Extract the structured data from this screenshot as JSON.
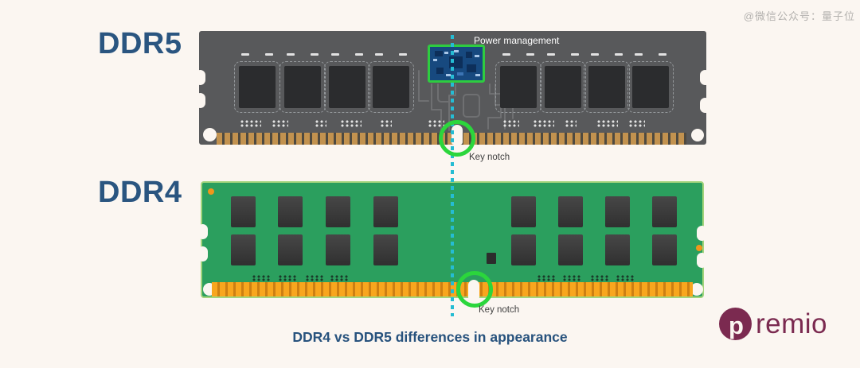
{
  "watermark": {
    "text": "@微信公众号：量子位"
  },
  "title": {
    "text": "DDR4 vs DDR5 differences in appearance"
  },
  "ddr5": {
    "label": "DDR5",
    "power_management_label": "Power management",
    "key_notch_label": "Key notch",
    "colors": {
      "pcb": "#58595b",
      "chip": "#2b2c2e",
      "pins": "#c2924f",
      "pmic_board": "#17497f",
      "pmic_frame": "#2ecc40"
    }
  },
  "ddr4": {
    "label": "DDR4",
    "key_notch_label": "Key notch",
    "colors": {
      "pcb": "#2b9f5e",
      "pcb_outline": "#a3d47c",
      "chip": "#3a3a3a",
      "pins": "#f8a61e"
    }
  },
  "annotation": {
    "guide_line_color": "#25bcd3",
    "highlight_ring_color": "#2bd63c"
  },
  "labels_color": "#2a5580",
  "logo": {
    "first_letter": "p",
    "rest": "remio",
    "color": "#7b2a50"
  },
  "background_color": "#fbf6f1"
}
